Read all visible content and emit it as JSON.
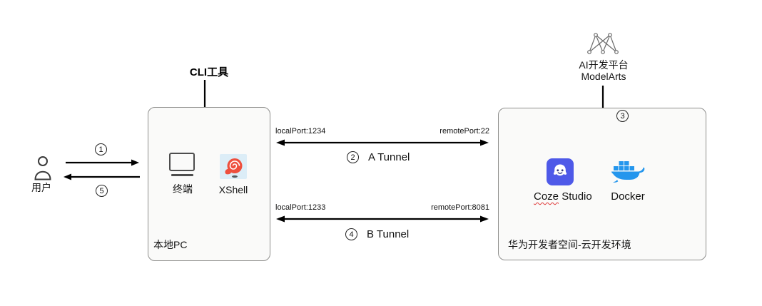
{
  "colors": {
    "coze": "#4e59e8",
    "docker": "#2496ed",
    "xshell_bg": "#dcedf7",
    "xshell_shell": "#ee4f3d",
    "box_fill": "#fafaf9",
    "box_border": "#8f8f8d",
    "arrow": "#000000",
    "squiggle": "#e03a3a"
  },
  "user": {
    "label": "用户"
  },
  "steps": {
    "s1": "1",
    "s2": "2",
    "s3": "3",
    "s4": "4",
    "s5": "5"
  },
  "cli": {
    "label": "CLI工具"
  },
  "local_pc": {
    "title": "本地PC",
    "terminal_label": "终端",
    "xshell_label": "XShell"
  },
  "tunnels": {
    "a": {
      "name": "A Tunnel",
      "local_port": "localPort:1234",
      "remote_port": "remotePort:22"
    },
    "b": {
      "name": "B Tunnel",
      "local_port": "localPort:1233",
      "remote_port": "remotePort:8081"
    }
  },
  "cloud": {
    "title": "华为开发者空间-云开发环境",
    "coze_word": "Coze",
    "coze_rest": " Studio",
    "docker_label": "Docker"
  },
  "modelarts": {
    "line1": "AI开发平台",
    "line2": "ModelArts"
  }
}
